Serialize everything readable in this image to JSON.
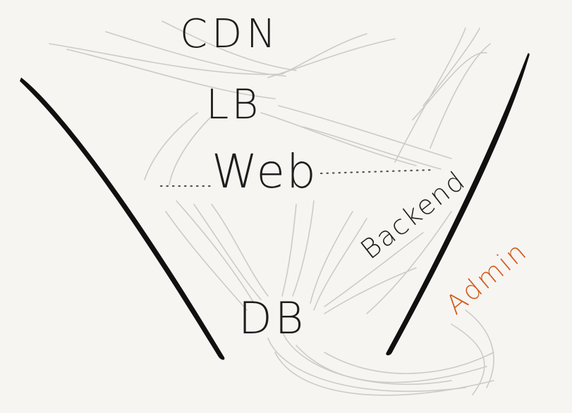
{
  "diagram": {
    "labels": {
      "cdn": "CDN",
      "lb": "LB",
      "web": "Web",
      "backend": "Backend",
      "db": "DB",
      "admin": "Admin"
    },
    "colors": {
      "background": "#f6f5f1",
      "ink": "#111111",
      "pencil": "#c2c2c2",
      "admin_accent": "#d35a1e"
    }
  }
}
